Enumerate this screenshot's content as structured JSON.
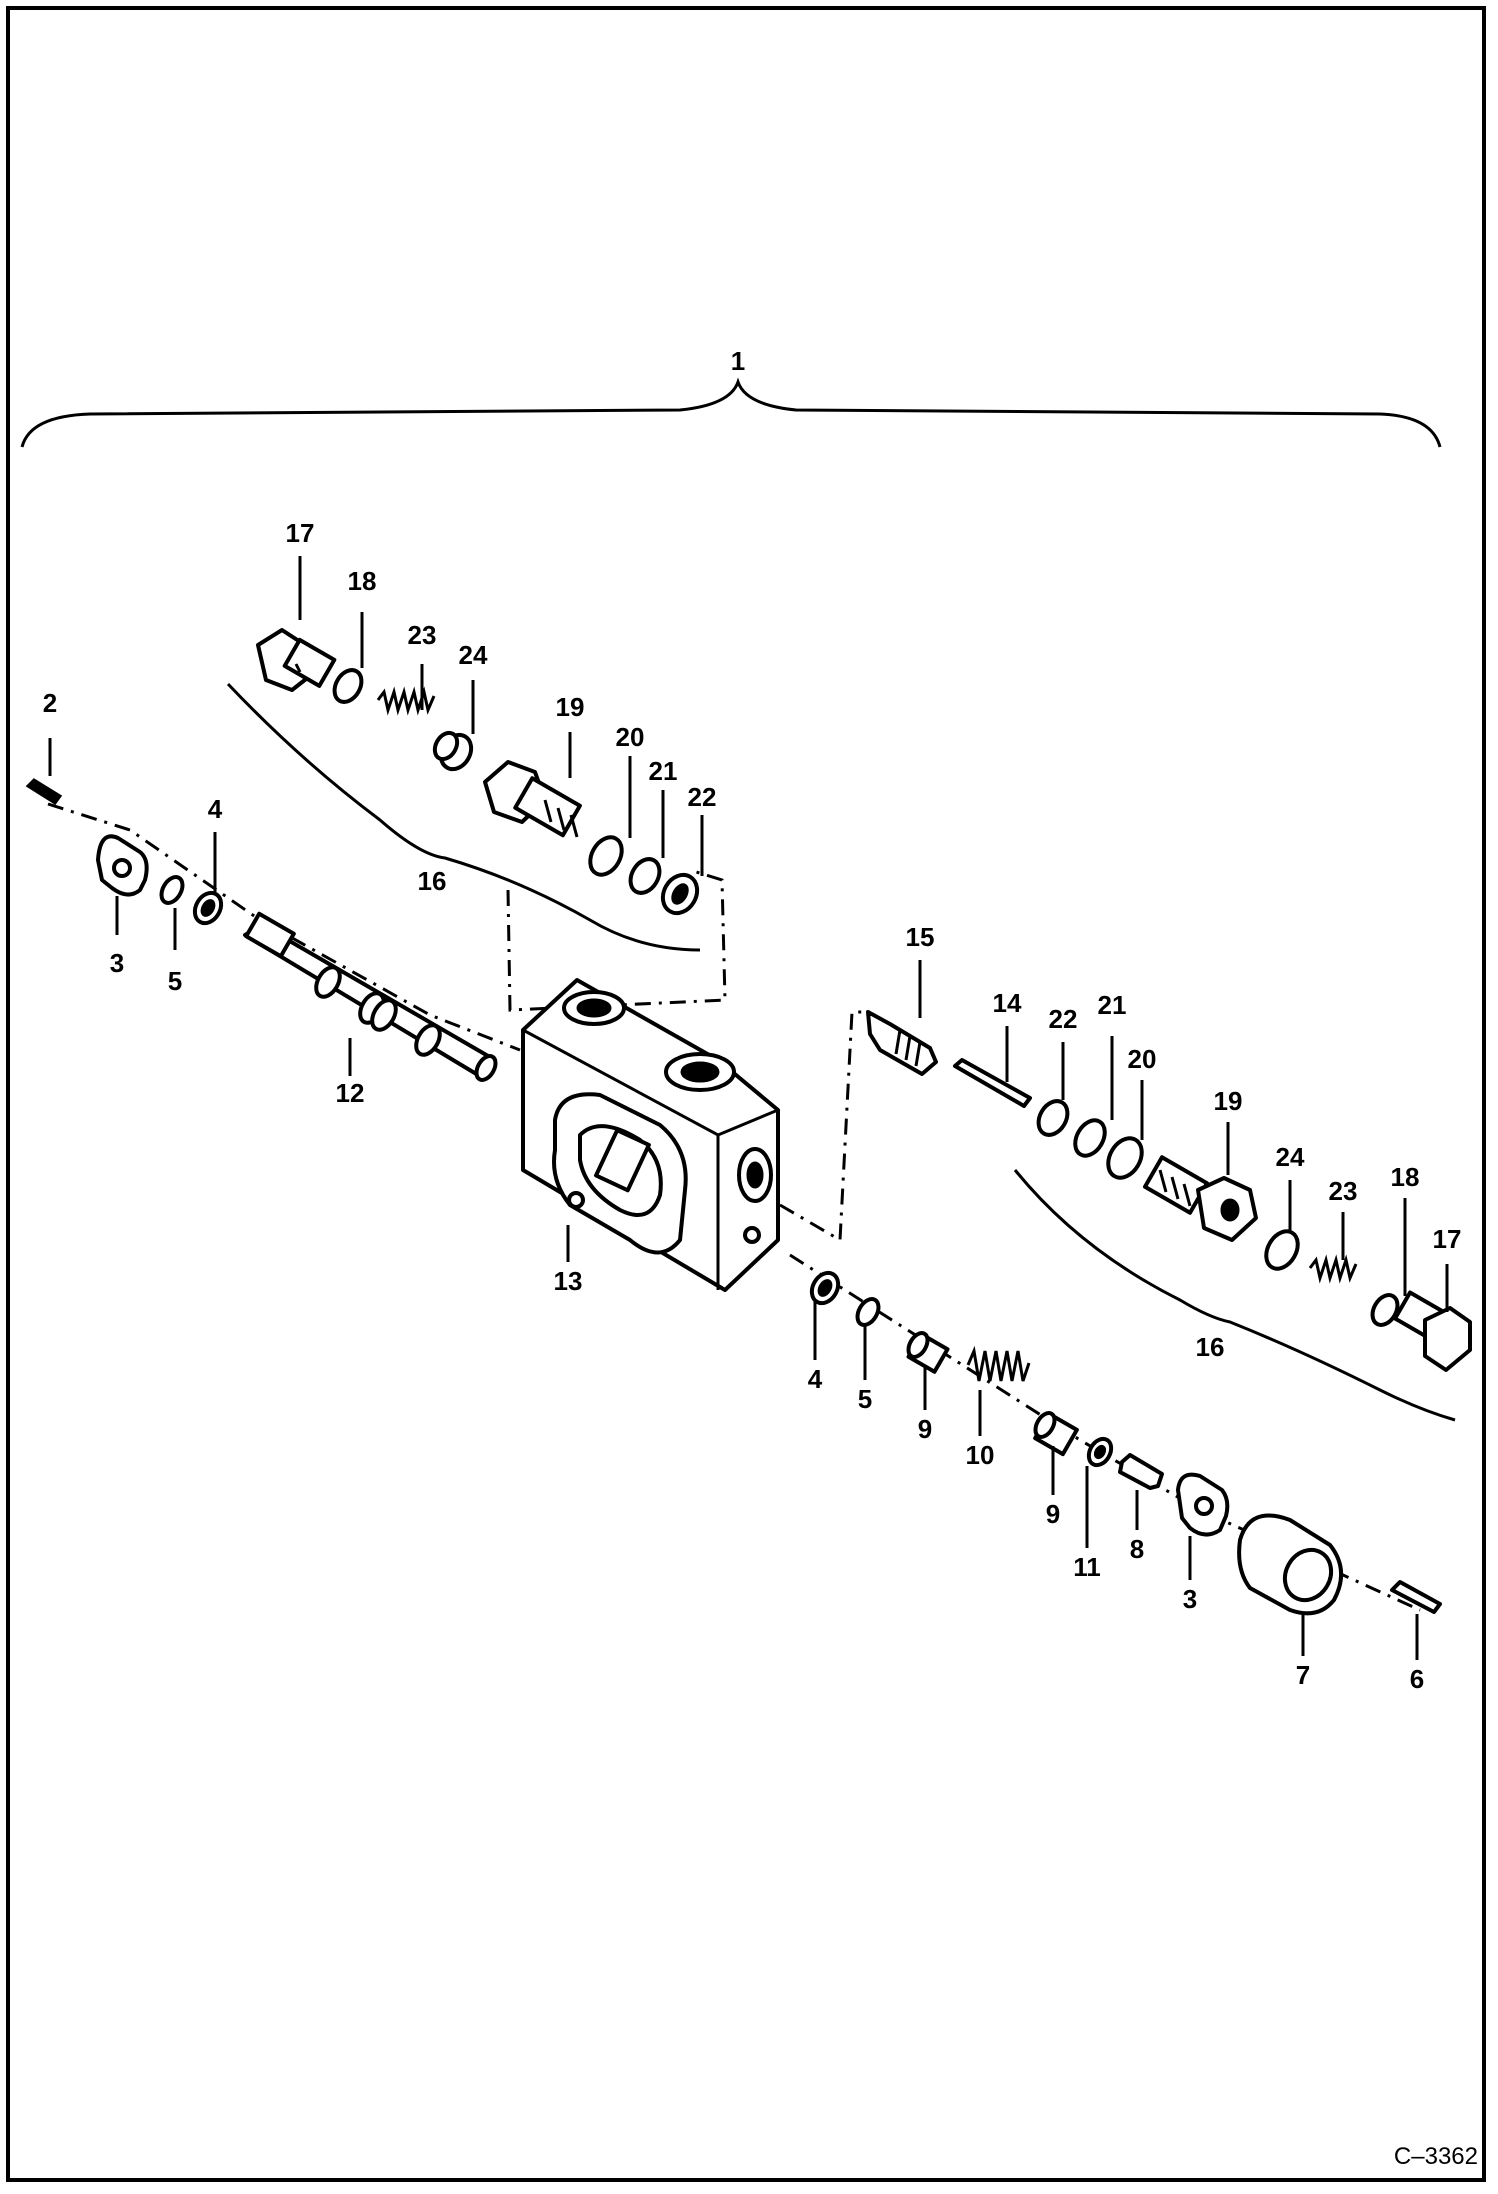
{
  "drawing": {
    "figure_ref": "C–3362",
    "callouts": {
      "assembly": "1",
      "c2": "2",
      "c3a": "3",
      "c3b": "3",
      "c4a": "4",
      "c4b": "4",
      "c5a": "5",
      "c5b": "5",
      "c6": "6",
      "c7": "7",
      "c8": "8",
      "c9a": "9",
      "c9b": "9",
      "c10": "10",
      "c11": "11",
      "c12": "12",
      "c13": "13",
      "c14": "14",
      "c15": "15",
      "c16a": "16",
      "c16b": "16",
      "c17a": "17",
      "c17b": "17",
      "c18a": "18",
      "c18b": "18",
      "c19a": "19",
      "c19b": "19",
      "c20a": "20",
      "c20b": "20",
      "c21a": "21",
      "c21b": "21",
      "c22a": "22",
      "c22b": "22",
      "c23a": "23",
      "c23b": "23",
      "c24a": "24",
      "c24b": "24"
    }
  }
}
